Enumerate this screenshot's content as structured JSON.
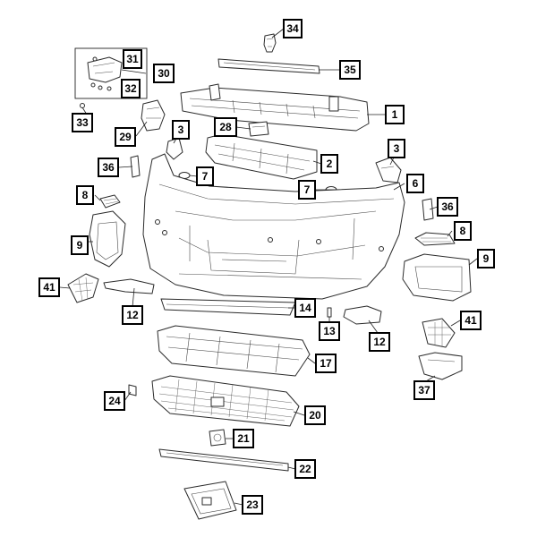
{
  "callouts": [
    {
      "id": "c34",
      "label": "34"
    },
    {
      "id": "c31",
      "label": "31"
    },
    {
      "id": "c30",
      "label": "30"
    },
    {
      "id": "c32",
      "label": "32"
    },
    {
      "id": "c35",
      "label": "35"
    },
    {
      "id": "c1",
      "label": "1"
    },
    {
      "id": "c33",
      "label": "33"
    },
    {
      "id": "c3a",
      "label": "3"
    },
    {
      "id": "c28",
      "label": "28"
    },
    {
      "id": "c29",
      "label": "29"
    },
    {
      "id": "c2",
      "label": "2"
    },
    {
      "id": "c3b",
      "label": "3"
    },
    {
      "id": "c36a",
      "label": "36"
    },
    {
      "id": "c7a",
      "label": "7"
    },
    {
      "id": "c6",
      "label": "6"
    },
    {
      "id": "c7b",
      "label": "7"
    },
    {
      "id": "c8a",
      "label": "8"
    },
    {
      "id": "c36b",
      "label": "36"
    },
    {
      "id": "c8b",
      "label": "8"
    },
    {
      "id": "c9a",
      "label": "9"
    },
    {
      "id": "c9b",
      "label": "9"
    },
    {
      "id": "c41a",
      "label": "41"
    },
    {
      "id": "c12a",
      "label": "12"
    },
    {
      "id": "c14",
      "label": "14"
    },
    {
      "id": "c13",
      "label": "13"
    },
    {
      "id": "c41b",
      "label": "41"
    },
    {
      "id": "c12b",
      "label": "12"
    },
    {
      "id": "c17",
      "label": "17"
    },
    {
      "id": "c37",
      "label": "37"
    },
    {
      "id": "c24",
      "label": "24"
    },
    {
      "id": "c20",
      "label": "20"
    },
    {
      "id": "c21",
      "label": "21"
    },
    {
      "id": "c22",
      "label": "22"
    },
    {
      "id": "c23",
      "label": "23"
    }
  ]
}
